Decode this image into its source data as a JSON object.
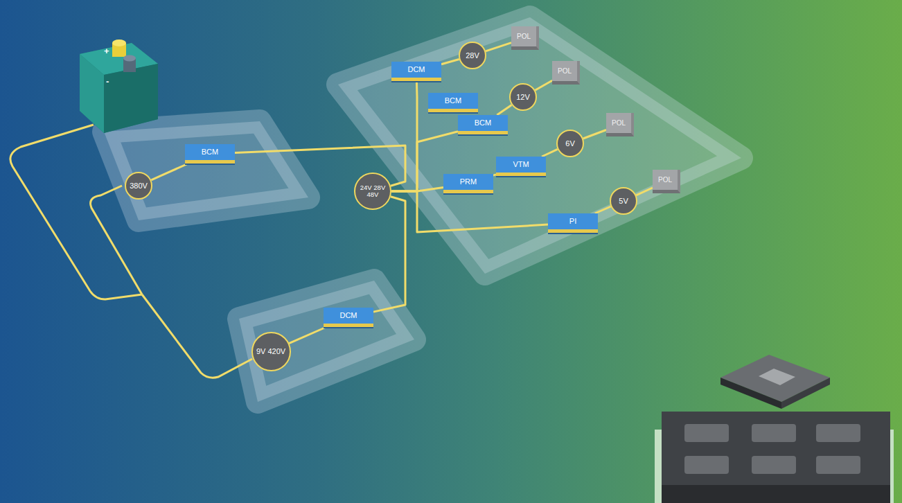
{
  "diagram": {
    "nodes": [
      {
        "text": [
          "380V"
        ]
      },
      {
        "text": [
          "BCM"
        ]
      },
      {
        "text": [
          "9V 420V"
        ]
      },
      {
        "text": [
          "DCM"
        ]
      },
      {
        "text": [
          "24V 28V 48V"
        ]
      },
      {
        "text": [
          "DCM"
        ]
      },
      {
        "text": [
          "28V"
        ]
      },
      {
        "text": [
          "POL"
        ]
      },
      {
        "text": [
          "BCM"
        ]
      },
      {
        "text": [
          "BCM"
        ]
      },
      {
        "text": [
          "12V"
        ]
      },
      {
        "text": [
          "POL"
        ]
      },
      {
        "text": [
          "PRM"
        ]
      },
      {
        "text": [
          "VTM"
        ]
      },
      {
        "text": [
          "6V"
        ]
      },
      {
        "text": [
          "POL"
        ]
      },
      {
        "text": [
          "PI"
        ]
      },
      {
        "text": [
          "5V"
        ]
      },
      {
        "text": [
          "POL"
        ]
      }
    ],
    "edges": [
      {
        "from": 0,
        "to": 1,
        "arrow": "none"
      },
      {
        "from": 2,
        "to": 3,
        "arrow": "none"
      },
      {
        "from": 1,
        "to": 4,
        "arrow": "none"
      },
      {
        "from": 3,
        "to": 4,
        "arrow": "none"
      },
      {
        "from": 4,
        "to": 5,
        "arrow": "none"
      },
      {
        "from": 4,
        "to": 9,
        "arrow": "none"
      },
      {
        "from": 4,
        "to": 12,
        "arrow": "none"
      },
      {
        "from": 4,
        "to": 16,
        "arrow": "none"
      },
      {
        "from": 5,
        "to": 6,
        "arrow": "none"
      },
      {
        "from": 6,
        "to": 7,
        "arrow": "none"
      },
      {
        "from": 9,
        "to": 10,
        "arrow": "none"
      },
      {
        "from": 10,
        "to": 11,
        "arrow": "none"
      },
      {
        "from": 12,
        "to": 13,
        "arrow": "none"
      },
      {
        "from": 13,
        "to": 14,
        "arrow": "none"
      },
      {
        "from": 14,
        "to": 15,
        "arrow": "none"
      },
      {
        "from": 16,
        "to": 17,
        "arrow": "none"
      },
      {
        "from": 17,
        "to": 18,
        "arrow": "none"
      }
    ],
    "labels": [
      "+",
      "-"
    ]
  }
}
